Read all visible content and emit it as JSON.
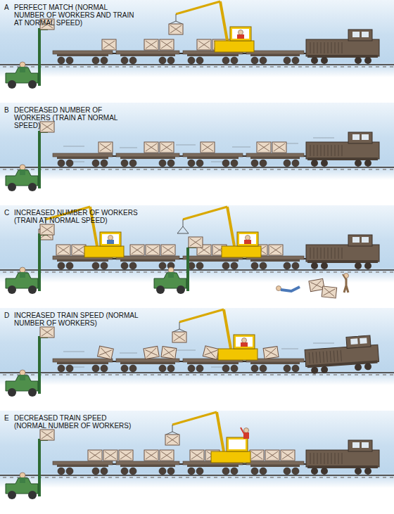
{
  "diagram": {
    "labels": [
      "A",
      "PERFECT MATCH (NORMAL NUMBER OF WORKERS AND TRAIN AT NORMAL SPEED)",
      "B",
      "DECREASED NUMBER OF WORKERS (TRAIN AT NORMAL SPEED)",
      "C",
      "INCREASED NUMBER OF WORKERS (TRAIN AT NORMAL SPEED)",
      "D",
      "INCREASED TRAIN SPEED (NORMAL NUMBER OF WORKERS)",
      "E",
      "DECREASED TRAIN SPEED (NORMAL NUMBER OF WORKERS)"
    ]
  }
}
